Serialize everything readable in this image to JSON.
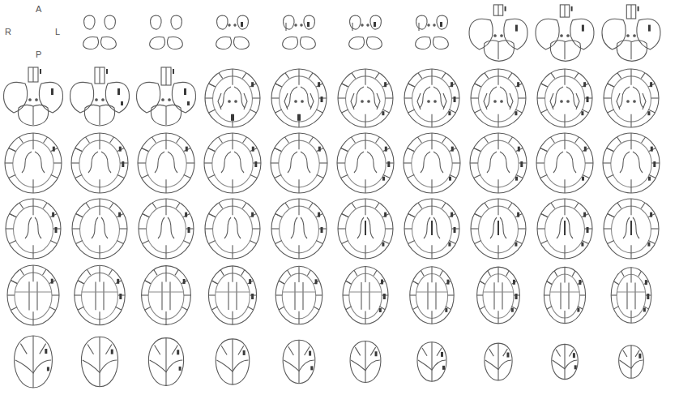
{
  "diagram": {
    "labels": [
      "A",
      "R",
      "L",
      "P"
    ]
  }
}
